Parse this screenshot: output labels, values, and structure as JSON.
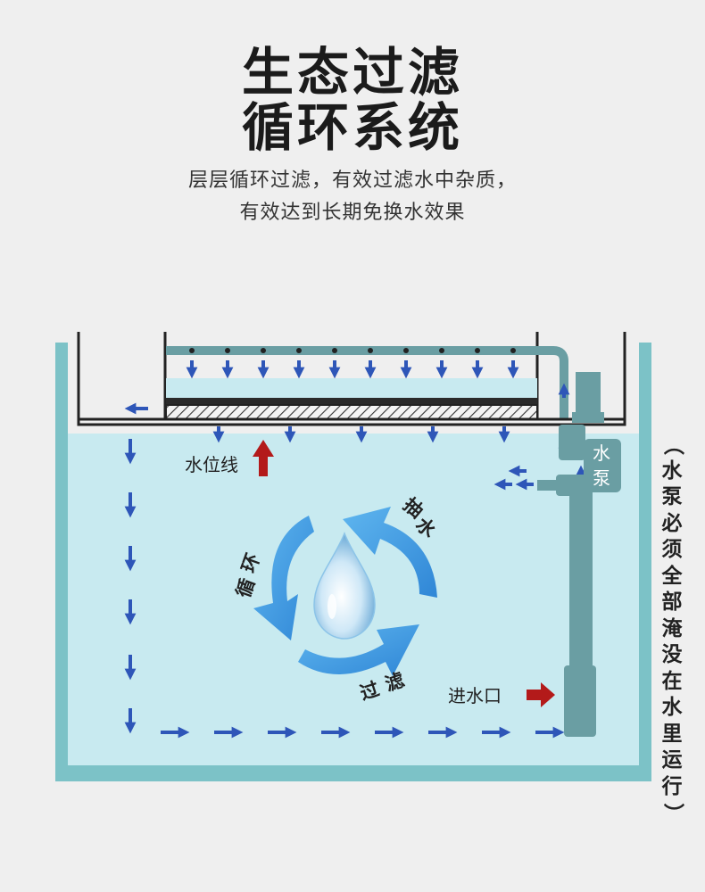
{
  "header": {
    "title_line1": "生态过滤",
    "title_line2": "循环系统",
    "subtitle_line1": "层层循环过滤，有效过滤水中杂质，",
    "subtitle_line2": "有效达到长期免换水效果"
  },
  "diagram": {
    "water_level_label": "水位线",
    "inlet_label": "进水口",
    "pump_label_1": "水",
    "pump_label_2": "泵",
    "cycle_labels": {
      "pump_char1": "抽",
      "pump_char2": "水",
      "circulate_char1": "循",
      "circulate_char2": "环",
      "filter_char1": "过",
      "filter_char2": "滤"
    },
    "side_note": "（水泵必须全部淹没在水里运行）"
  },
  "colors": {
    "tank_wall": "#7cc2c7",
    "water": "#c8eaf0",
    "flow_arrow": "#2e56b8",
    "level_arrow": "#b31a1a",
    "pump": "#6a9ea3"
  }
}
